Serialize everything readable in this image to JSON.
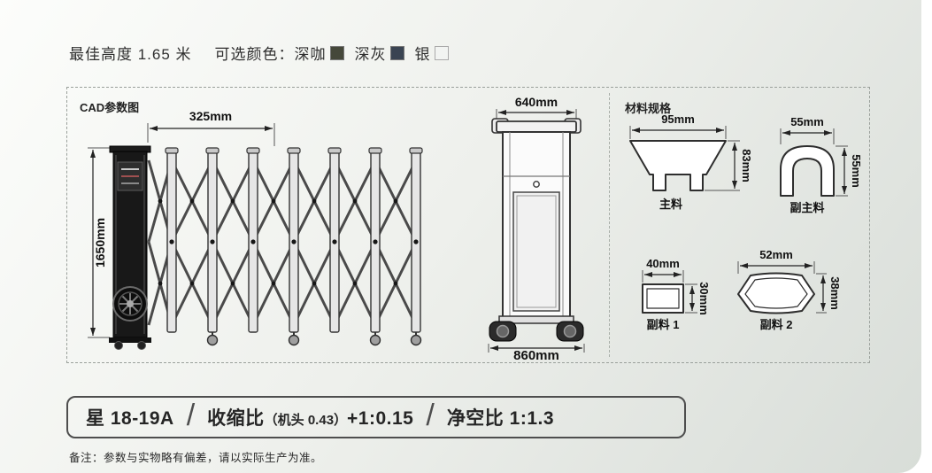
{
  "header": {
    "best_height": "最佳高度 1.65 米",
    "color_label": "可选颜色：",
    "colors": [
      {
        "label": "深咖",
        "hex": "#45483a"
      },
      {
        "label": "深灰",
        "hex": "#3a4452"
      },
      {
        "label": "银",
        "hex": "#f2f4f2"
      }
    ]
  },
  "cad": {
    "panel_label": "CAD参数图",
    "gate": {
      "width": "325mm",
      "height": "1650mm"
    },
    "post": {
      "top_width": "640mm",
      "base_width": "860mm"
    }
  },
  "materials": {
    "title": "材料规格",
    "main": {
      "name": "主料",
      "width": "95mm",
      "height": "83mm"
    },
    "sub_main": {
      "name": "副主料",
      "width": "55mm",
      "height": "55mm"
    },
    "aux1": {
      "name": "副料 1",
      "width": "40mm",
      "height": "30mm"
    },
    "aux2": {
      "name": "副料 2",
      "width": "52mm",
      "height": "38mm"
    }
  },
  "spec_bar": {
    "model": "星 18-19A",
    "separator": "/",
    "shrink_label": "收缩比",
    "shrink_paren": "（机头 0.43）",
    "shrink_value": "+1:0.15",
    "clearance": "净空比 1:1.3"
  },
  "note": "备注：参数与实物略有偏差，请以实际生产为准。"
}
